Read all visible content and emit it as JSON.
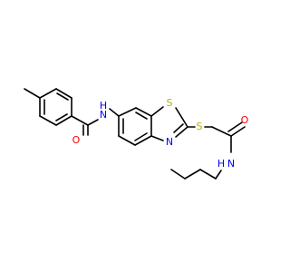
{
  "structure": {
    "background": "#ffffff",
    "bond_color": "#000000",
    "atom_colors": {
      "N": "#0000ff",
      "O": "#ff0000",
      "S": "#b3b300"
    },
    "labels": {
      "amide_n": "N",
      "amide_h": "H",
      "amide_o": "O",
      "thiazole_s": "S",
      "thiazole_n": "N",
      "thioether_s": "S",
      "acetamide_o": "O",
      "acetamide_n": "N",
      "acetamide_h": "H"
    }
  }
}
